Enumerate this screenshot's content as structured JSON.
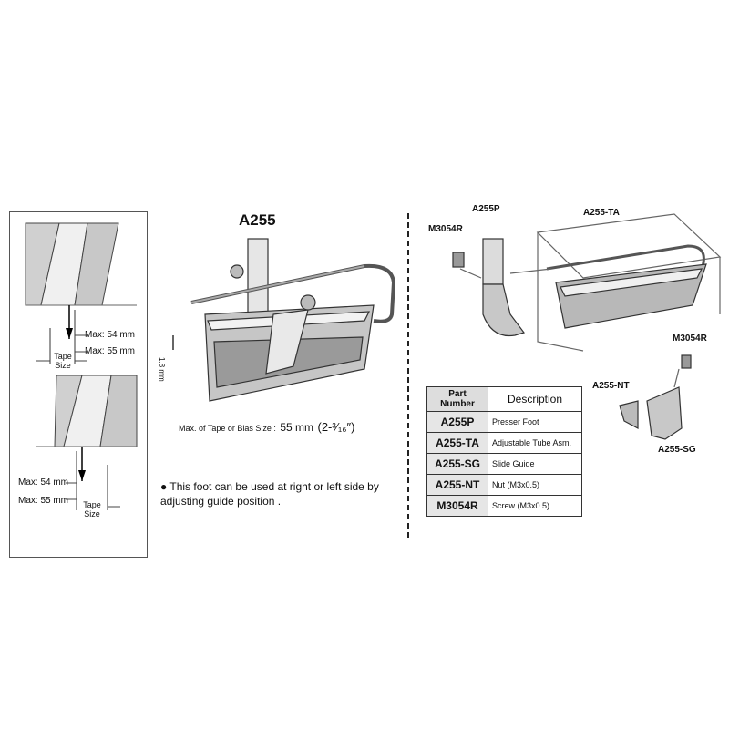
{
  "left_panel": {
    "diagram_top": {
      "max_54": "Max: 54 mm",
      "max_55": "Max: 55 mm",
      "tape_size": "Tape\nSize"
    },
    "diagram_bottom": {
      "max_54": "Max: 54 mm",
      "max_55": "Max: 55 mm",
      "tape_size": "Tape\nSize"
    }
  },
  "center": {
    "title": "A255",
    "dimension": "1.8 mm",
    "max_text_prefix": "Max. of Tape or Bias Size :",
    "max_value": "55 mm",
    "max_fraction": "(2-³⁄₁₆″)",
    "note": "This foot can be used at right or left side by adjusting guide position ."
  },
  "right_panel": {
    "callouts": {
      "a255p": "A255P",
      "m3054r_top": "M3054R",
      "a255_ta": "A255-TA",
      "m3054r_bottom": "M3054R",
      "a255_nt": "A255-NT",
      "a255_sg": "A255-SG"
    },
    "table": {
      "header": {
        "part_number": "Part Number",
        "description": "Description"
      },
      "rows": [
        {
          "part": "A255P",
          "description": "Presser Foot"
        },
        {
          "part": "A255-TA",
          "description": "Adjustable Tube Asm."
        },
        {
          "part": "A255-SG",
          "description": "Slide Guide"
        },
        {
          "part": "A255-NT",
          "description": "Nut (M3x0.5)"
        },
        {
          "part": "M3054R",
          "description": "Screw (M3x0.5)"
        }
      ]
    }
  }
}
